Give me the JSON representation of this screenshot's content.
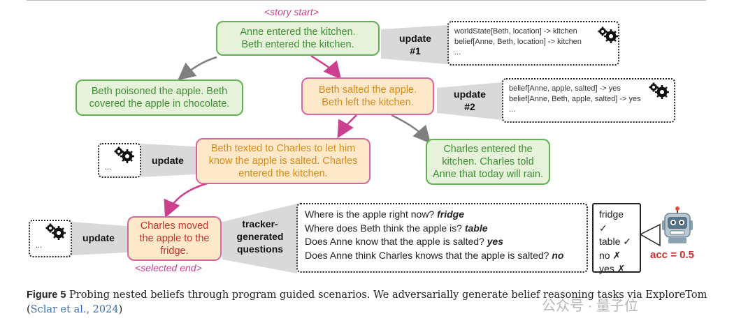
{
  "tags": {
    "story_start": "<story start>",
    "selected_end": "<selected end>"
  },
  "nodes": {
    "n1": "Anne entered the kitchen.\nBeth entered the kitchen.",
    "n2": "Beth poisoned the apple. Beth\ncovered the apple in chocolate.",
    "n3": "Beth salted the apple.\nBeth left the kitchen.",
    "n4": "Beth texted to Charles to let him\nknow the apple is salted. Charles\nentered the kitchen.",
    "n5": "Charles entered the\nkitchen. Charles told\nAnne that today will rain.",
    "n6": "Charles moved\nthe apple to the\nfridge."
  },
  "updates": {
    "u1": "update\n#1",
    "u2": "update\n#2",
    "u3": "update",
    "u4": "update",
    "tracker": "tracker-\ngenerated\nquestions"
  },
  "state_boxes": {
    "s1": [
      "worldState[Beth, location] -> kitchen",
      "belief[Anne, Beth, location] -> kitchen",
      "..."
    ],
    "s2": [
      "belief[Anne, apple, salted] -> yes",
      "belief[Anne, Beth, apple, salted] -> yes",
      "..."
    ],
    "s3": [
      "..."
    ],
    "s4": [
      "..."
    ]
  },
  "questions": [
    {
      "q": "Where is the apple right now?",
      "a": "fridge"
    },
    {
      "q": "Where does Beth think the apple is?",
      "a": "table"
    },
    {
      "q": "Does Anne know that the apple is salted?",
      "a": "yes"
    },
    {
      "q": "Does Anne think Charles knows that the apple is salted?",
      "a": "no"
    }
  ],
  "answers": [
    "fridge ✓",
    "table ✓",
    "no ✗",
    "yes ✗"
  ],
  "accuracy": "acc = 0.5",
  "caption": {
    "label": "Figure 5",
    "text": "Probing nested beliefs through program guided scenarios. We adversarially generate belief reasoning tasks via ExploreTom",
    "cite_open": "(",
    "cite": "Sclar et al., 2024",
    "cite_close": ")"
  },
  "watermark": "公众号 · 量子位",
  "colors": {
    "green_border": "#62b153",
    "pink_border": "#d6679e",
    "orange_text": "#d98a17",
    "red_text": "#c9302c"
  }
}
